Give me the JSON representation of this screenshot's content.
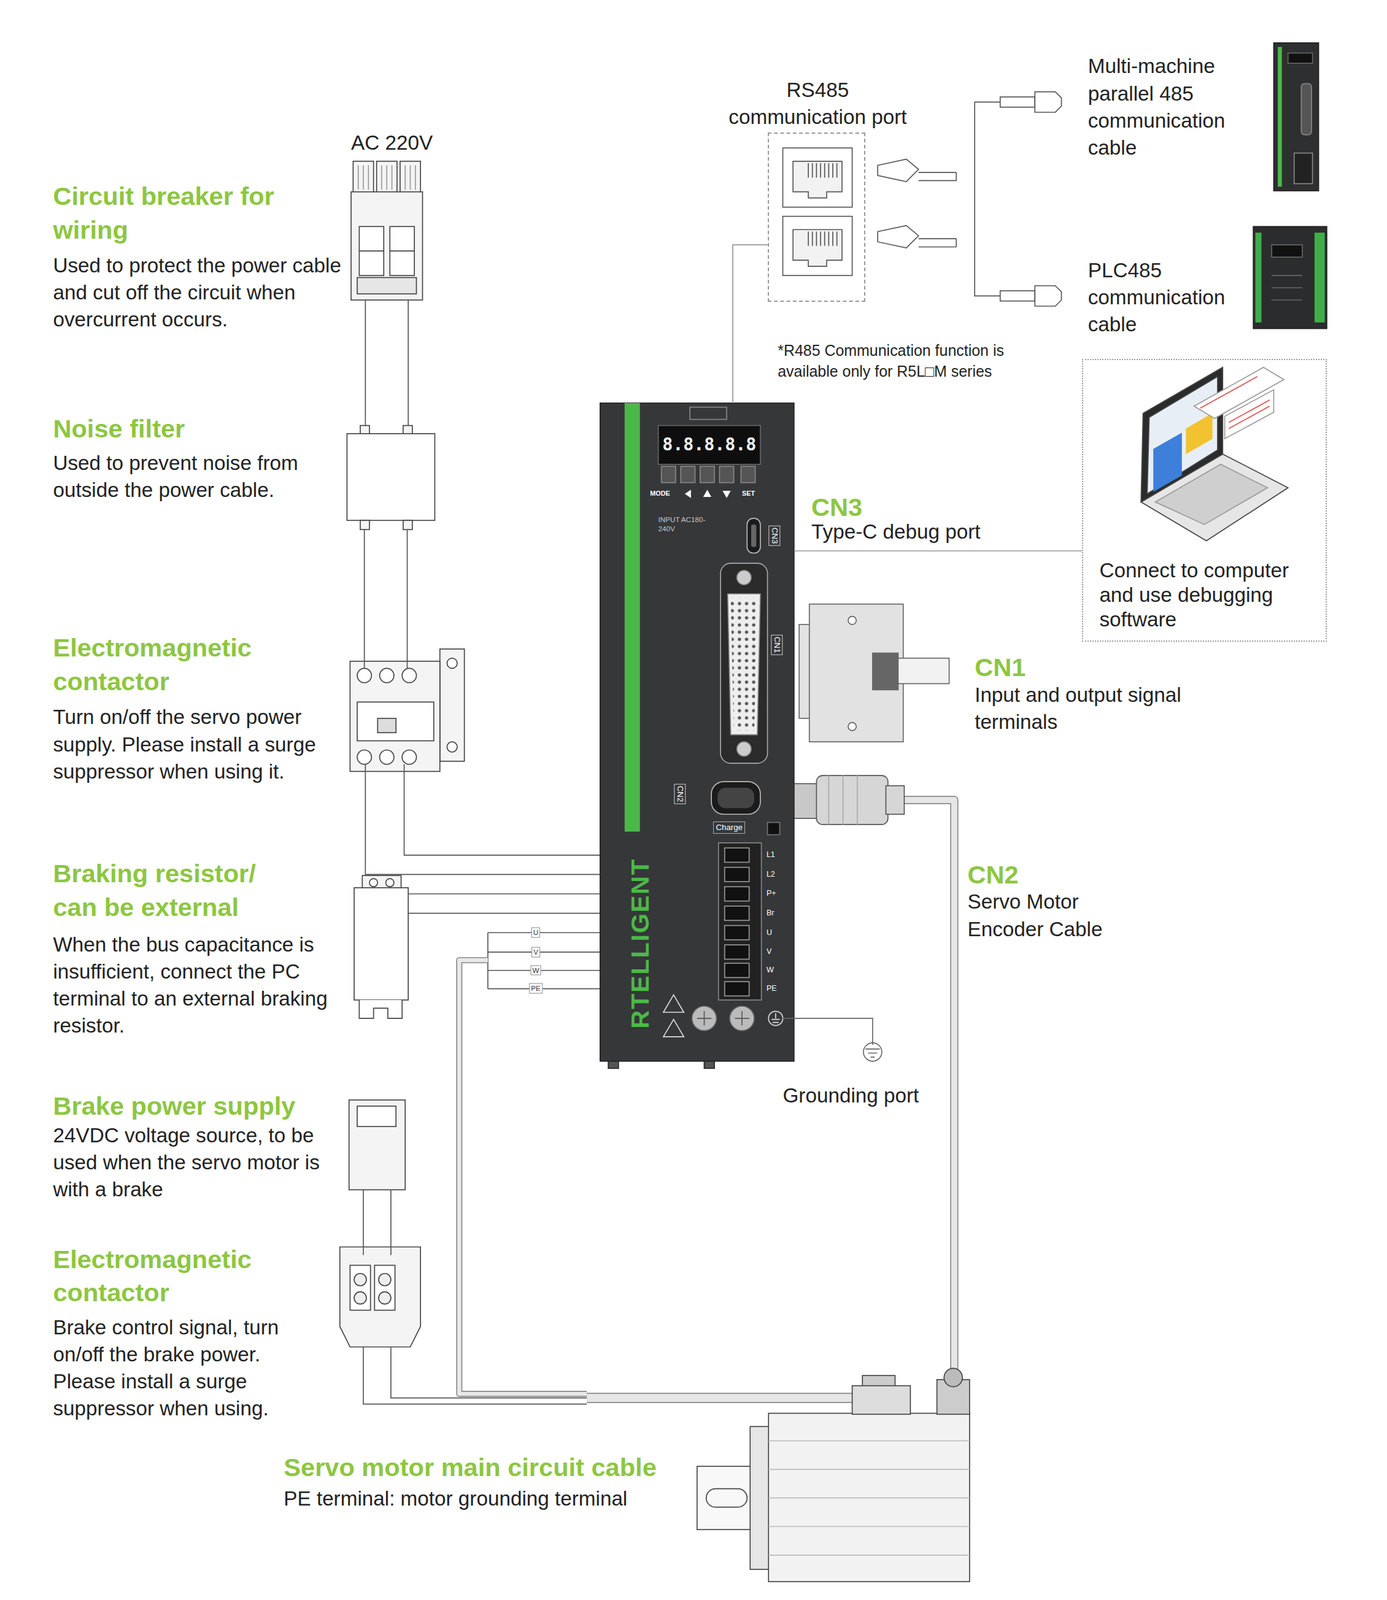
{
  "diagram": {
    "nodes": [
      {
        "text": [
          "RS485 communication port"
        ]
      },
      {
        "text": [
          "Connect to computer and use debugging software"
        ]
      },
      {
        "text": [
          "8.8.8.8.8",
          "MODE",
          "SET",
          "INPUT AC180-240V",
          "CN3",
          "CN1",
          "CN2",
          "Charge",
          "L1",
          "L2",
          "P+",
          "Br",
          "U",
          "V",
          "W",
          "PE",
          "RTELLIGENT"
        ]
      }
    ],
    "edges": [
      {
        "from": 0,
        "to": 2,
        "arrow": "none"
      },
      {
        "from": 1,
        "to": 2,
        "arrow": "none"
      }
    ],
    "labels": [
      "AC 220V",
      "Circuit breaker for wiring",
      "Used to protect the power cable and cut off the circuit when overcurrent occurs.",
      "Multi-machine parallel 485 communication cable",
      "PLC485 communication cable",
      "*R485 Communication function is available only for R5L□M series",
      "Noise filter",
      "Used to prevent noise from outside the power cable.",
      "CN3",
      "Type-C debug port",
      "Electromagnetic contactor",
      "Turn on/off the servo power supply. Please install a surge suppressor when using it.",
      "CN1",
      "Input and output signal terminals",
      "Braking resistor/ can be external",
      "When the bus capacitance is insufficient, connect the PC terminal to an external braking resistor.",
      "CN2",
      "Servo Motor Encoder Cable",
      "U",
      "V",
      "W",
      "PE",
      "Grounding port",
      "Brake power supply",
      "24VDC voltage source, to be used when the servo motor is with a brake",
      "Electromagnetic contactor",
      "Brake control signal, turn on/off the brake power. Please install a surge suppressor when using.",
      "Servo motor main circuit cable",
      "PE terminal: motor grounding terminal"
    ]
  }
}
